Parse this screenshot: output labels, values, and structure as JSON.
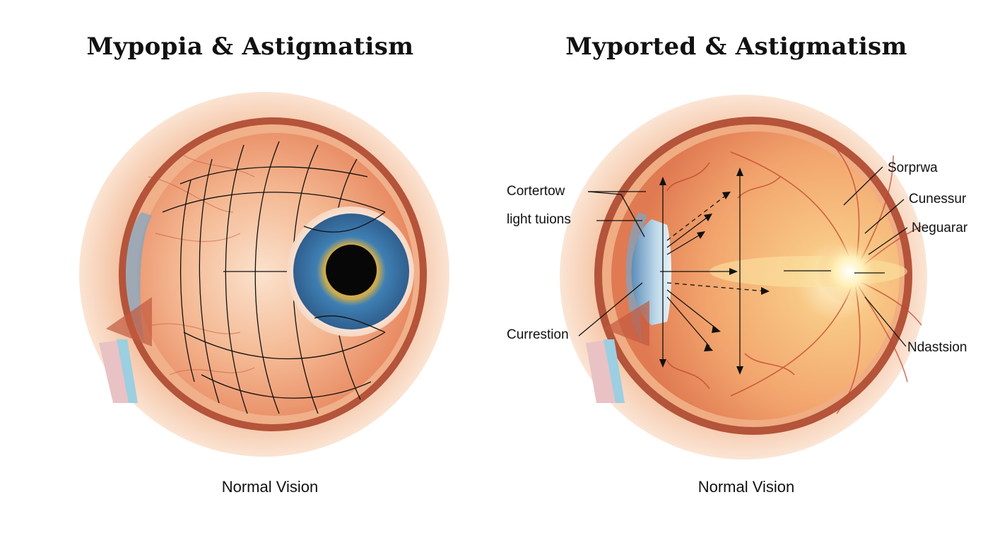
{
  "left_panel": {
    "title": "Mypopia & Astigmatism",
    "caption": "Normal Vision"
  },
  "right_panel": {
    "title": "Myported & Astigmatism",
    "caption": "Normal Vision",
    "labels": {
      "cortertow": "Cortertow",
      "light_tuions": "light tuions",
      "currestion": "Currestion",
      "sorprwa": "Sorprwa",
      "cunessur": "Cunessur",
      "neguarar": "Neguarar",
      "ndastsion": "Ndastsion"
    }
  },
  "colors": {
    "skin_outer": "#f3c7a6",
    "sclera_rim": "#b5553a",
    "eyeball": "#f5b48a",
    "iris": "#4a86b8",
    "retina_glow": "#fff3c4",
    "line": "#111111"
  }
}
